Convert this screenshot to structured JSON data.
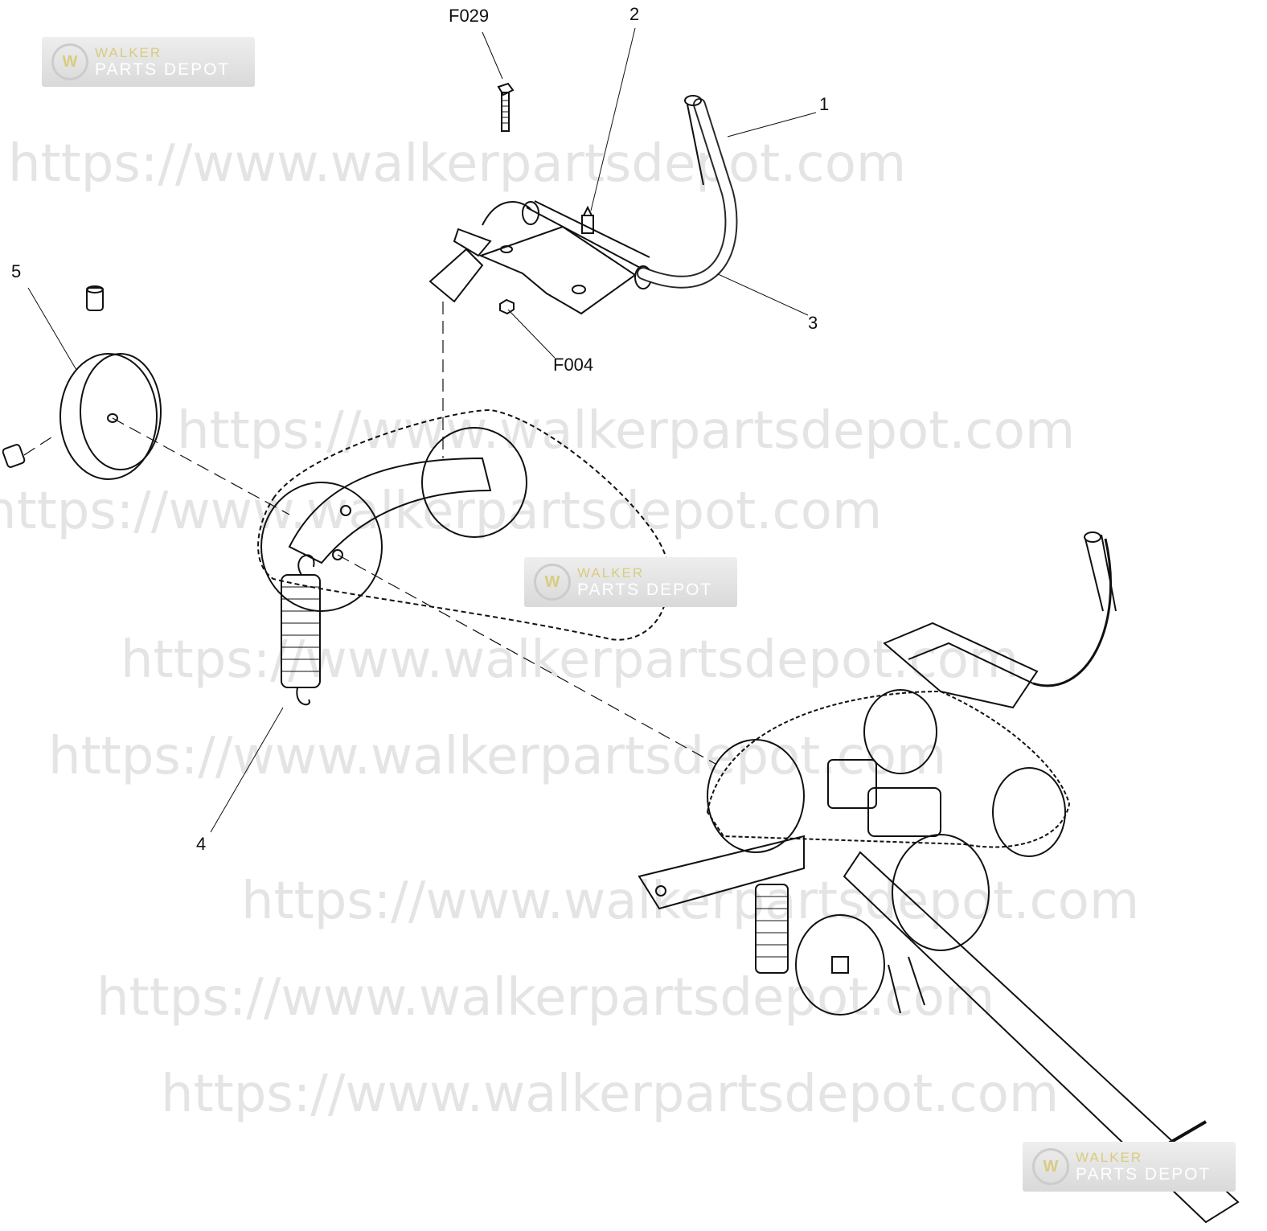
{
  "watermark": {
    "url_text": "https://www.walkerpartsdepot.com",
    "logo_line1": "WALKER",
    "logo_line2": "PARTS DEPOT",
    "logo_glyph": "W"
  },
  "callouts": {
    "f029": "F029",
    "p2": "2",
    "p1": "1",
    "p5": "5",
    "p3": "3",
    "f004": "F004",
    "p4": "4"
  },
  "colors": {
    "line": "#111111",
    "watermark": "#e4e4e4"
  }
}
